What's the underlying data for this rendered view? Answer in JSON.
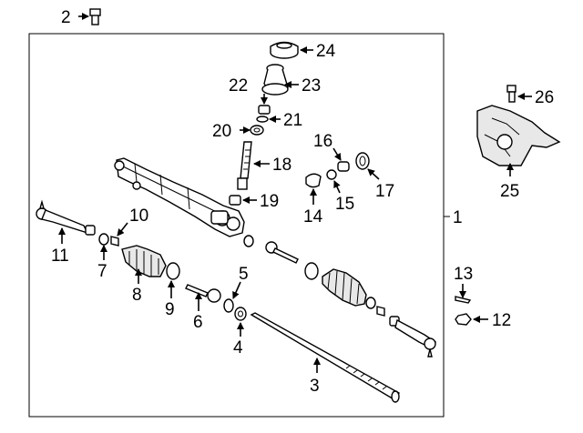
{
  "diagram": {
    "type": "exploded-parts-view",
    "callouts": [
      {
        "id": "c1",
        "label": "1"
      },
      {
        "id": "c2",
        "label": "2"
      },
      {
        "id": "c3",
        "label": "3"
      },
      {
        "id": "c4",
        "label": "4"
      },
      {
        "id": "c5",
        "label": "5"
      },
      {
        "id": "c6",
        "label": "6"
      },
      {
        "id": "c7",
        "label": "7"
      },
      {
        "id": "c8",
        "label": "8"
      },
      {
        "id": "c9",
        "label": "9"
      },
      {
        "id": "c10",
        "label": "10"
      },
      {
        "id": "c11",
        "label": "11"
      },
      {
        "id": "c12",
        "label": "12"
      },
      {
        "id": "c13",
        "label": "13"
      },
      {
        "id": "c14",
        "label": "14"
      },
      {
        "id": "c15",
        "label": "15"
      },
      {
        "id": "c16",
        "label": "16"
      },
      {
        "id": "c17",
        "label": "17"
      },
      {
        "id": "c18",
        "label": "18"
      },
      {
        "id": "c19",
        "label": "19"
      },
      {
        "id": "c20",
        "label": "20"
      },
      {
        "id": "c21",
        "label": "21"
      },
      {
        "id": "c22",
        "label": "22"
      },
      {
        "id": "c23",
        "label": "23"
      },
      {
        "id": "c24",
        "label": "24"
      },
      {
        "id": "c25",
        "label": "25"
      },
      {
        "id": "c26",
        "label": "26"
      }
    ]
  }
}
